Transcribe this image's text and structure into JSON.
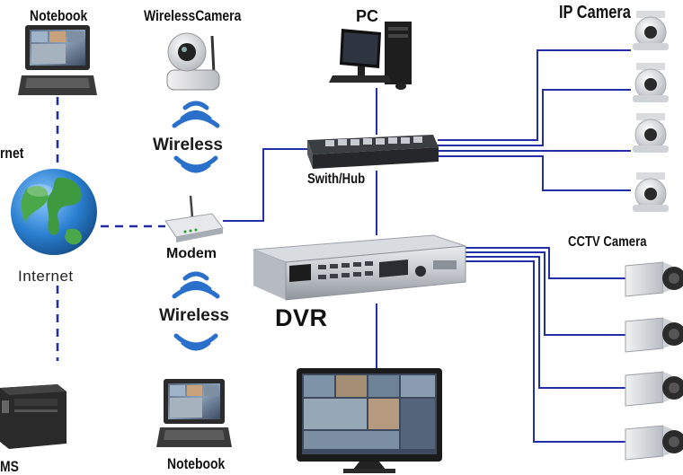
{
  "labels": {
    "notebook_top": "Notebook",
    "wireless_camera": "WirelessCamera",
    "pc": "PC",
    "ip_camera": "IP Camera",
    "internet_cut": "rnet",
    "internet": "Internet",
    "wireless_upper": "Wireless",
    "switch_hub": "Swith/Hub",
    "modem": "Modem",
    "cctv_camera": "CCTV Camera",
    "wireless_lower": "Wireless",
    "dvr": "DVR",
    "cms_cut": "MS",
    "notebook_bottom": "Notebook"
  },
  "colors": {
    "link": "#2230a8",
    "dashed": "#1f2fa0",
    "wifi": "#2a6fc9",
    "device_dark": "#2b2b2b",
    "device_silver": "#c9cdd2",
    "globe_ocean": "#2a7fd0",
    "globe_land": "#4aa84a"
  },
  "icons": [
    "notebook-icon",
    "wireless-camera-icon",
    "pc-icon",
    "ip-camera-icon",
    "globe-icon",
    "wifi-icon",
    "switch-icon",
    "modem-icon",
    "dvr-icon",
    "cctv-camera-icon",
    "monitor-icon",
    "cms-server-icon"
  ]
}
